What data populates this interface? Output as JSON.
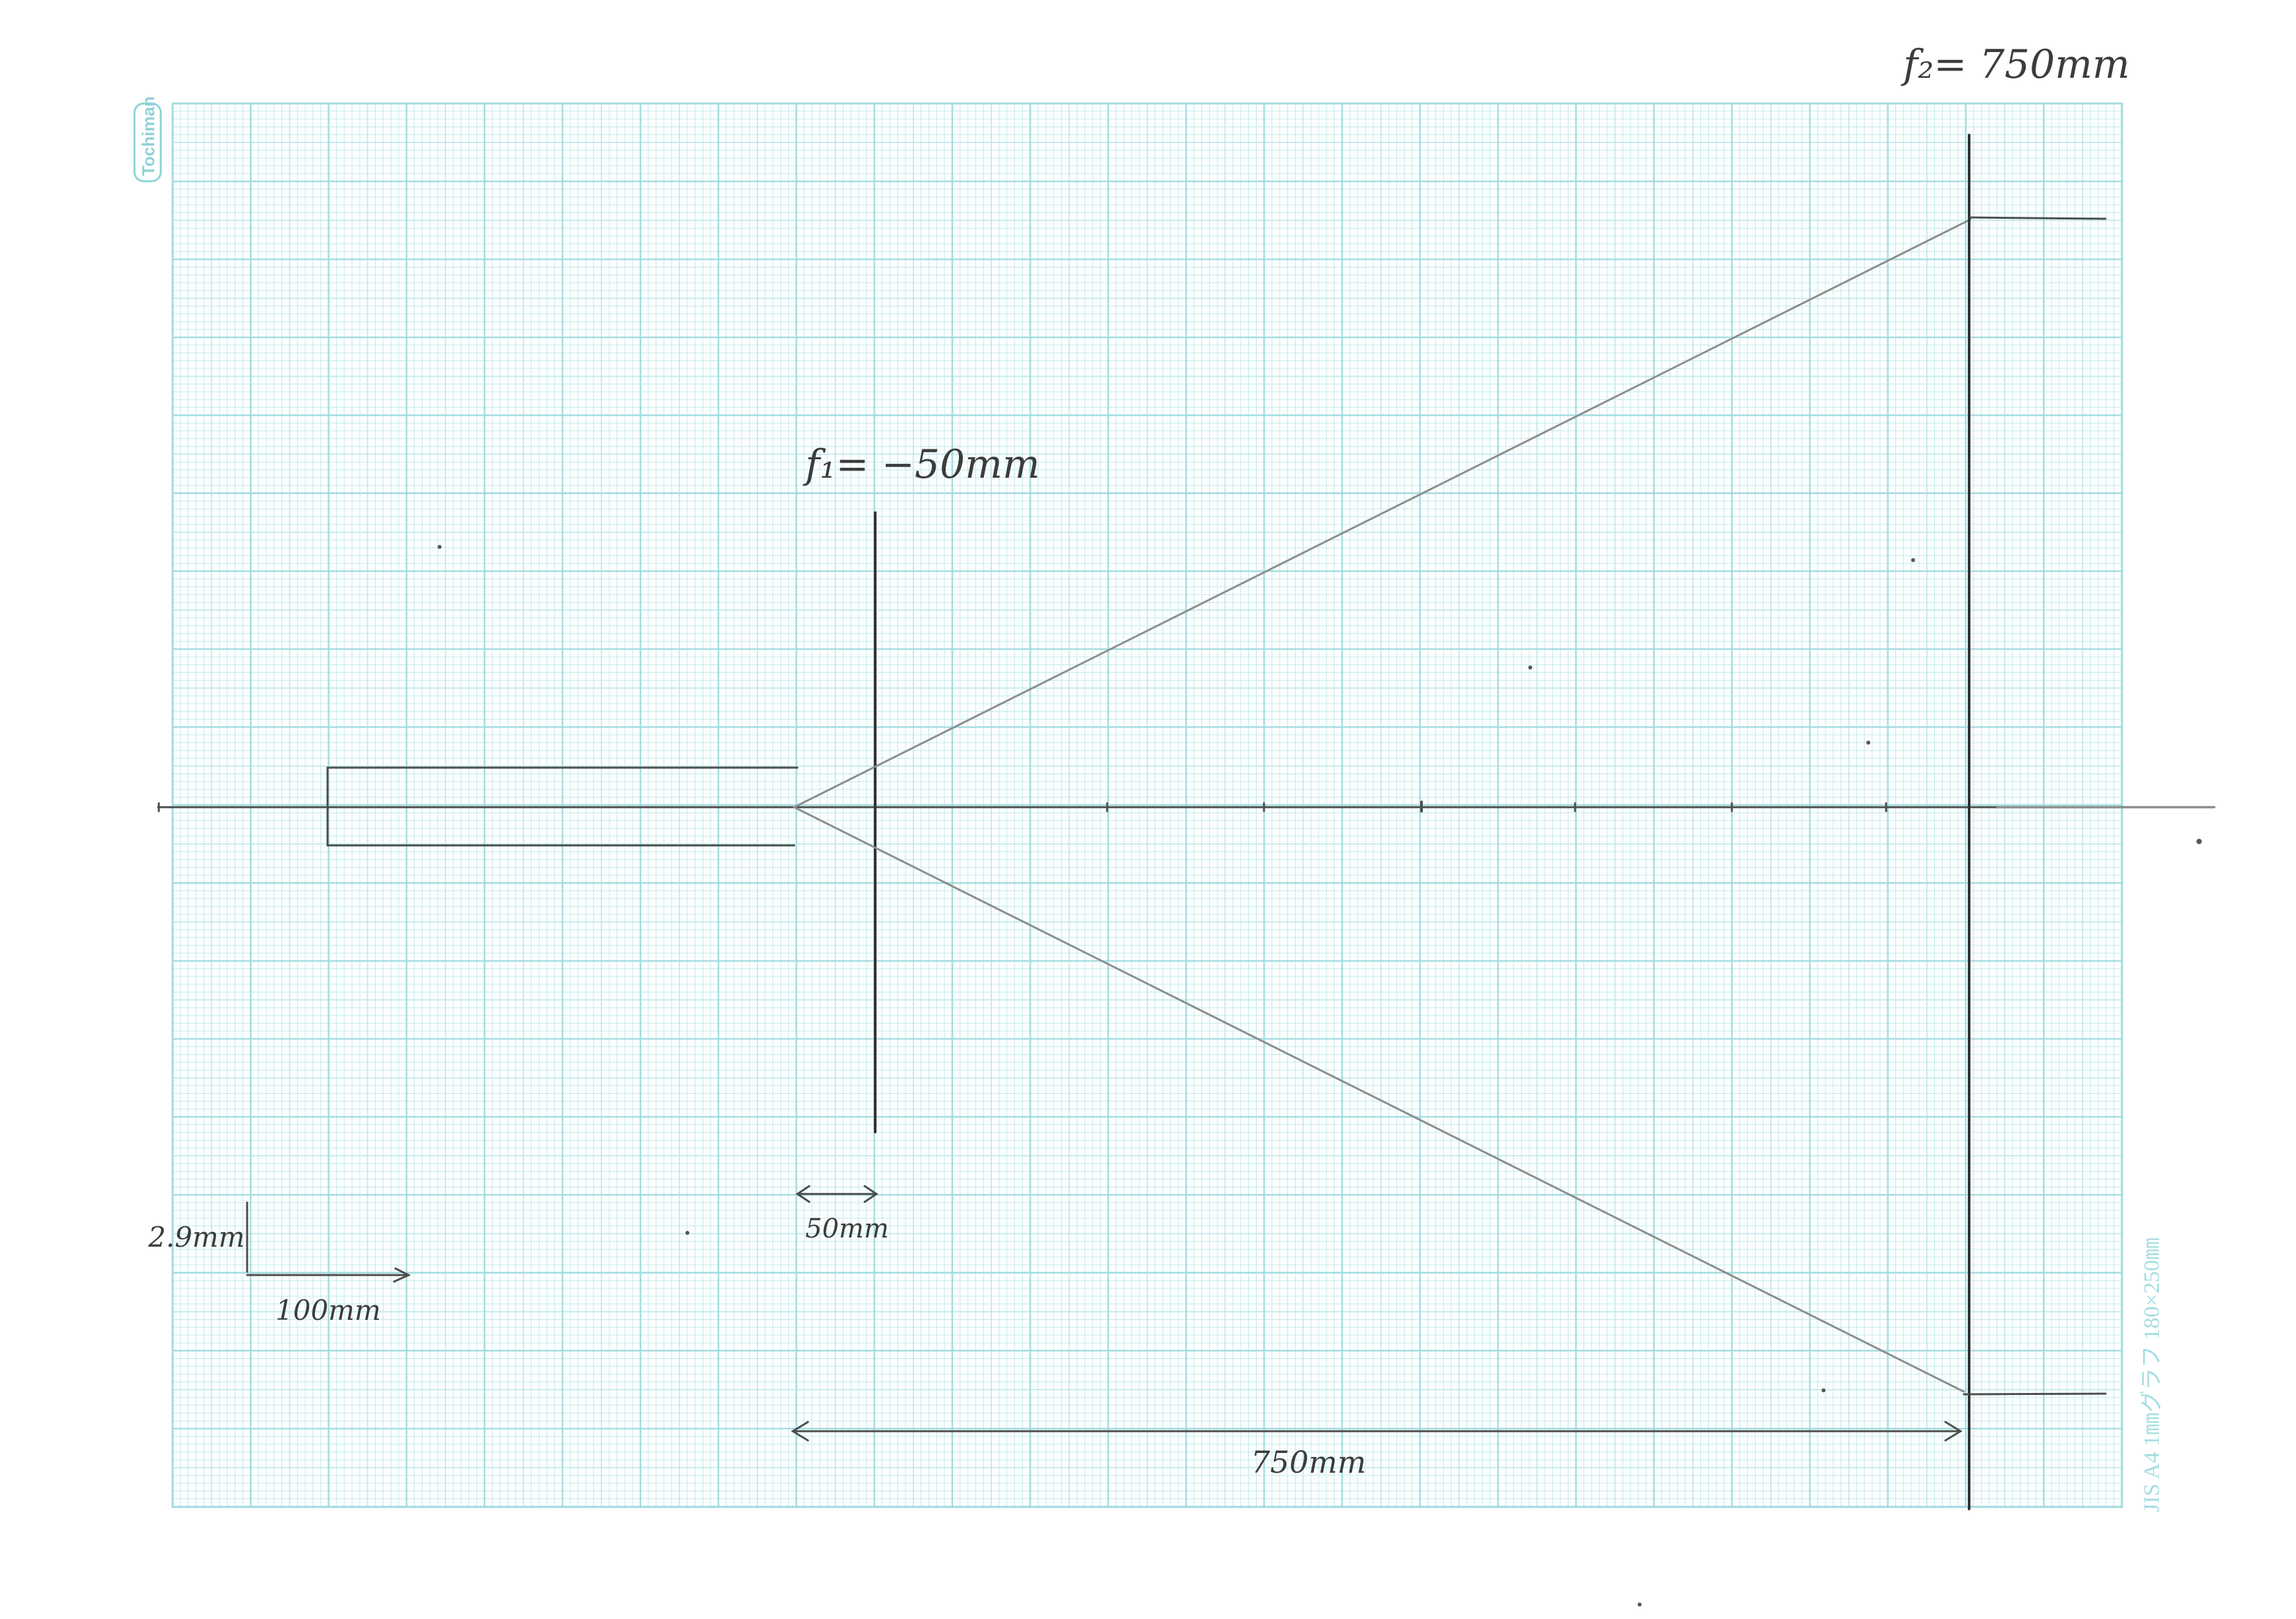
{
  "paper": {
    "brand": "Tochiman",
    "spec_label": "JIS  A4  1㎜グラフ  180×250㎜",
    "grid_color": "#bfe6ea",
    "grid_major_color": "#a3dbe0"
  },
  "diagram": {
    "lens1_label": "f₁= −50mm",
    "lens2_label": "f₂= 750mm",
    "dim_50": "50mm",
    "dim_750": "750mm",
    "scale_vertical": "2.9mm",
    "scale_horizontal": "100mm"
  }
}
